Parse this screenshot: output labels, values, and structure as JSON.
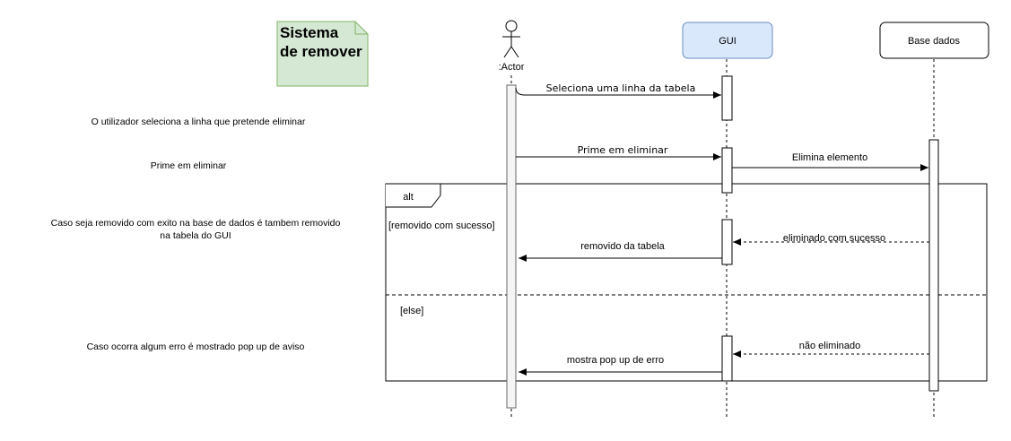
{
  "note": {
    "line1": "Sistema",
    "line2": "de remover"
  },
  "participants": {
    "actor": ":Actor",
    "gui": "GUI",
    "db": "Base dados"
  },
  "messages": {
    "m1": "Seleciona uma linha da tabela",
    "m2": "Prime em eliminar",
    "m3": "Elimina elemento",
    "m4": "eliminado com sucesso",
    "m5": "removido da tabela",
    "m6": "não eliminado",
    "m7": "mostra pop up de erro"
  },
  "fragment": {
    "operator": "alt",
    "guard1": "[removido com sucesso]",
    "guard2": "[else]"
  },
  "side_notes": {
    "n1": "O utilizador seleciona a linha que pretende eliminar",
    "n2": "Prime em eliminar",
    "n3_line1": "Caso seja removido com exito na base de dados é tambem removido",
    "n3_line2": "na tabela do GUI",
    "n4": "Caso ocorra algum erro é mostrado pop up de aviso"
  },
  "colors": {
    "note_fill": "#d5e8d4",
    "note_stroke": "#82b366",
    "gui_fill": "#dae8fc",
    "gui_stroke": "#6c8ebf"
  }
}
